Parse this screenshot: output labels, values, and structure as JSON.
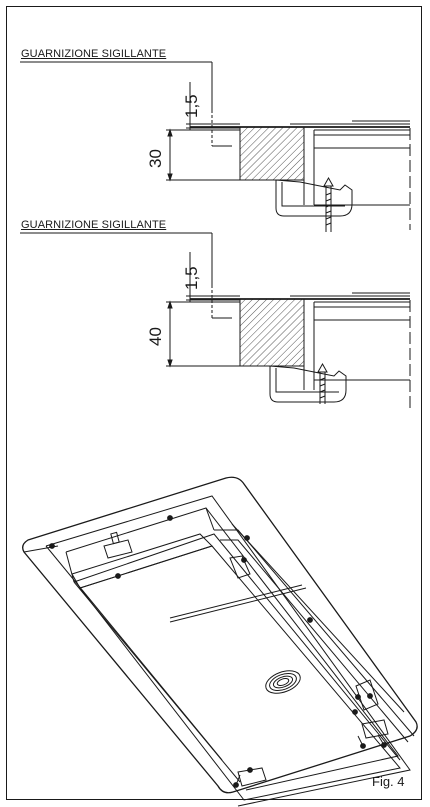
{
  "detail_top": {
    "label": "GUARNIZIONE SIGILLANTE",
    "gasket_dim": "1,5",
    "thickness_dim": "30"
  },
  "detail_bottom": {
    "label": "GUARNIZIONE SIGILLANTE",
    "gasket_dim": "1,5",
    "thickness_dim": "40"
  },
  "figure": {
    "label": "Fig. 4"
  },
  "colors": {
    "ink": "#1a1a1a",
    "hatch": "#555555"
  }
}
